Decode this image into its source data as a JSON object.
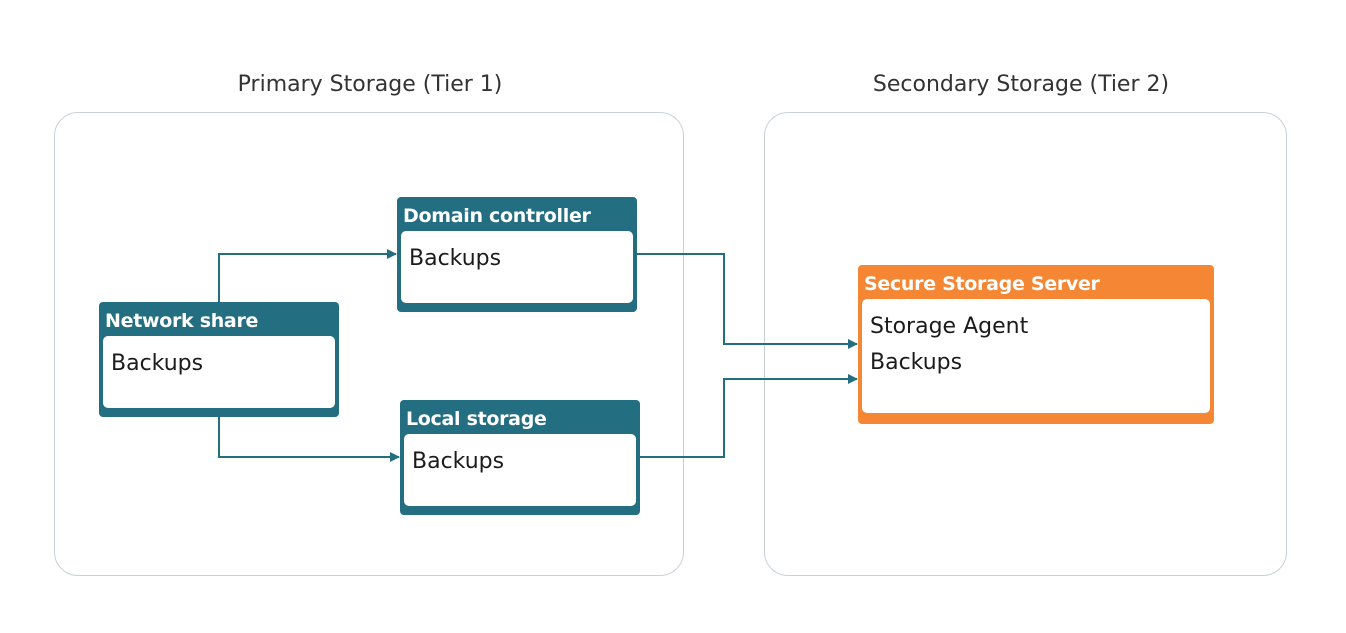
{
  "tiers": {
    "primary": {
      "title": "Primary Storage (Tier 1)"
    },
    "secondary": {
      "title": "Secondary Storage (Tier 2)"
    }
  },
  "nodes": {
    "network_share": {
      "header": "Network share",
      "lines": [
        "Backups"
      ]
    },
    "domain_controller": {
      "header": "Domain controller",
      "lines": [
        "Backups"
      ]
    },
    "local_storage": {
      "header": "Local storage",
      "lines": [
        "Backups"
      ]
    },
    "secure_storage_server": {
      "header": "Secure Storage Server",
      "lines": [
        "Storage Agent",
        "Backups"
      ]
    }
  },
  "connections": [
    {
      "from": "network_share",
      "to": "domain_controller"
    },
    {
      "from": "network_share",
      "to": "local_storage"
    },
    {
      "from": "domain_controller",
      "to": "secure_storage_server"
    },
    {
      "from": "local_storage",
      "to": "secure_storage_server"
    }
  ],
  "colors": {
    "teal": "#236e80",
    "orange": "#f58634",
    "frame_border": "#c9d1d6",
    "connector": "#236e80"
  }
}
